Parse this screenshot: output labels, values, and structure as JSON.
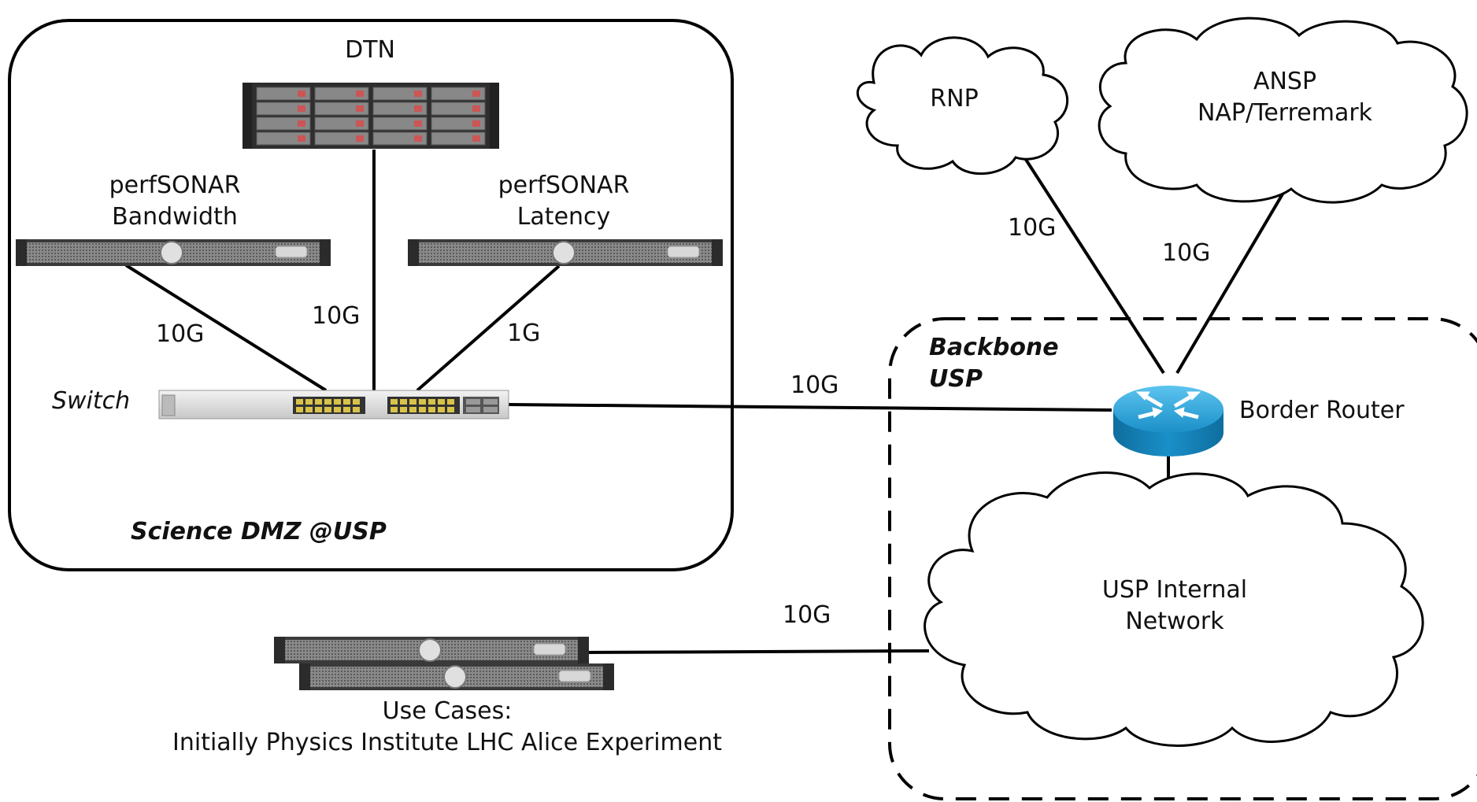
{
  "nodes": {
    "dtn": "DTN",
    "perfsonar_bw": [
      "perfSONAR",
      "Bandwidth"
    ],
    "perfsonar_lat": [
      "perfSONAR",
      "Latency"
    ],
    "switch": "Switch",
    "science_dmz": "Science DMZ @USP",
    "rnp": "RNP",
    "ansp": [
      "ANSP",
      "NAP/Terremark"
    ],
    "backbone": [
      "Backbone",
      "USP"
    ],
    "border_router": "Border Router",
    "usp_internal": [
      "USP Internal",
      "Network"
    ],
    "use_cases": [
      "Use Cases:",
      "Initially Physics Institute LHC Alice Experiment"
    ]
  },
  "links": {
    "perfsonar_bw_switch": "10G",
    "dtn_switch": "10G",
    "perfsonar_lat_switch": "1G",
    "switch_router": "10G",
    "rnp_router": "10G",
    "ansp_router": "10G",
    "usecases_internal": "10G"
  },
  "colors": {
    "line": "#000000",
    "router_blue": "#1a8fc8",
    "rack_dark": "#3a3a3a",
    "switch_body": "#dcdcdc",
    "port_yellow": "#d8c24a"
  }
}
